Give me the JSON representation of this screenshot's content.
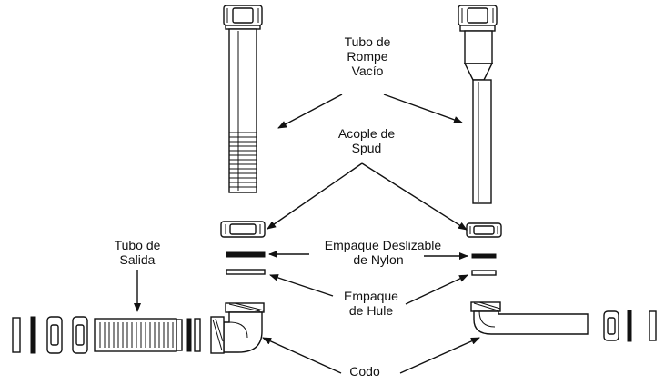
{
  "labels": {
    "tubo_rompe_vacio": [
      "Tubo de",
      "Rompe",
      "Vacío"
    ],
    "acople_spud": [
      "Acople de",
      "Spud"
    ],
    "empaque_deslizable": [
      "Empaque Deslizable",
      "de Nylon"
    ],
    "empaque_hule": [
      "Empaque",
      "de Hule"
    ],
    "tubo_salida": [
      "Tubo de",
      "Salida"
    ],
    "codo": [
      "Codo"
    ]
  },
  "colors": {
    "stroke": "#111111",
    "background": "#ffffff"
  }
}
